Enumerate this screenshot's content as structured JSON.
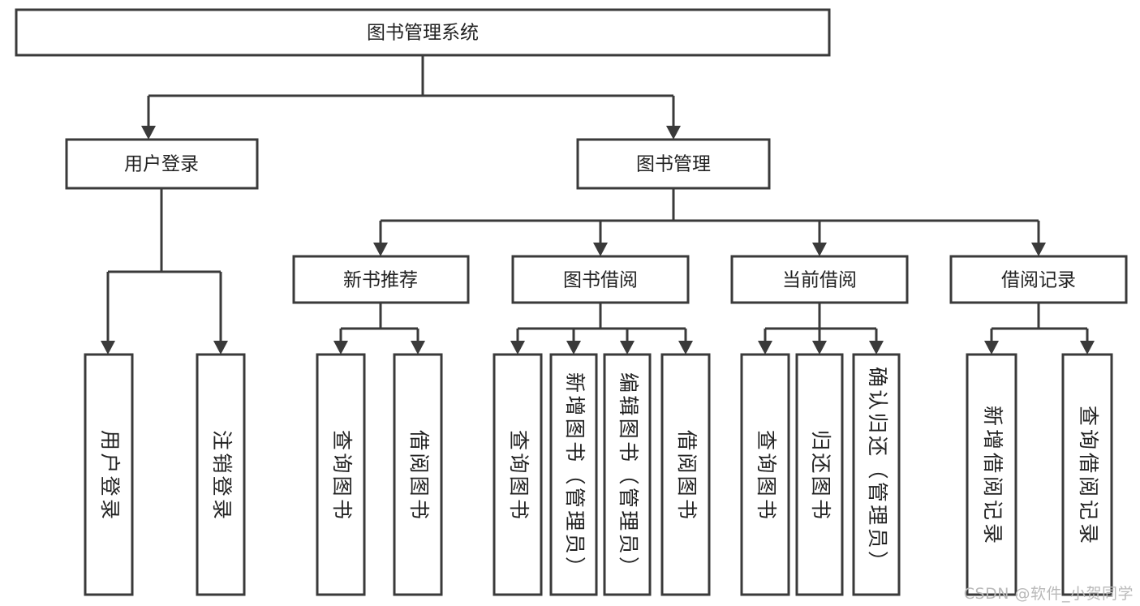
{
  "diagram": {
    "type": "tree-hierarchy",
    "title": "图书管理系统",
    "watermark": "CSDN @软件_小贺同学",
    "colors": {
      "stroke": "#3a3a3a",
      "fill": "#ffffff",
      "text": "#222222",
      "watermark": "#b9b9b9"
    },
    "levels": [
      {
        "level": 0,
        "nodes": [
          {
            "id": "root",
            "label": "图书管理系统",
            "orientation": "horizontal"
          }
        ]
      },
      {
        "level": 1,
        "nodes": [
          {
            "id": "user-login",
            "label": "用户登录",
            "orientation": "horizontal",
            "parent": "root"
          },
          {
            "id": "book-manage",
            "label": "图书管理",
            "orientation": "horizontal",
            "parent": "root"
          }
        ]
      },
      {
        "level": 2,
        "nodes": [
          {
            "id": "new-book-rec",
            "label": "新书推荐",
            "orientation": "horizontal",
            "parent": "book-manage"
          },
          {
            "id": "book-borrow",
            "label": "图书借阅",
            "orientation": "horizontal",
            "parent": "book-manage"
          },
          {
            "id": "current-borrow",
            "label": "当前借阅",
            "orientation": "horizontal",
            "parent": "book-manage"
          },
          {
            "id": "borrow-record",
            "label": "借阅记录",
            "orientation": "horizontal",
            "parent": "book-manage"
          }
        ]
      },
      {
        "level": 3,
        "nodes": [
          {
            "id": "leaf-user-login",
            "label": "用户登录",
            "orientation": "vertical",
            "parent": "user-login"
          },
          {
            "id": "leaf-logout",
            "label": "注销登录",
            "orientation": "vertical",
            "parent": "user-login"
          },
          {
            "id": "leaf-query-book-1",
            "label": "查询图书",
            "orientation": "vertical",
            "parent": "new-book-rec"
          },
          {
            "id": "leaf-borrow-book-1",
            "label": "借阅图书",
            "orientation": "vertical",
            "parent": "new-book-rec"
          },
          {
            "id": "leaf-query-book-2",
            "label": "查询图书",
            "orientation": "vertical",
            "parent": "book-borrow"
          },
          {
            "id": "leaf-add-book",
            "label": "新增图书（管理员）",
            "orientation": "vertical",
            "parent": "book-borrow"
          },
          {
            "id": "leaf-edit-book",
            "label": "编辑图书（管理员）",
            "orientation": "vertical",
            "parent": "book-borrow"
          },
          {
            "id": "leaf-borrow-book-2",
            "label": "借阅图书",
            "orientation": "vertical",
            "parent": "book-borrow"
          },
          {
            "id": "leaf-query-book-3",
            "label": "查询图书",
            "orientation": "vertical",
            "parent": "current-borrow"
          },
          {
            "id": "leaf-return-book",
            "label": "归还图书",
            "orientation": "vertical",
            "parent": "current-borrow"
          },
          {
            "id": "leaf-confirm-return",
            "label": "确认归还（管理员）",
            "orientation": "vertical",
            "parent": "current-borrow"
          },
          {
            "id": "leaf-add-record",
            "label": "新增借阅记录",
            "orientation": "vertical",
            "parent": "borrow-record"
          },
          {
            "id": "leaf-query-record",
            "label": "查询借阅记录",
            "orientation": "vertical",
            "parent": "borrow-record"
          }
        ]
      }
    ]
  }
}
